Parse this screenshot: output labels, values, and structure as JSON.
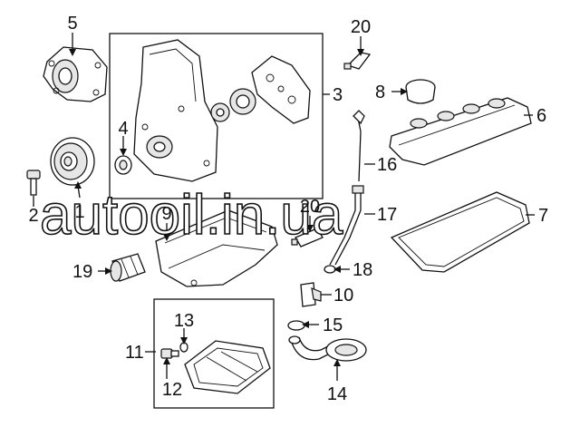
{
  "diagram": {
    "callouts": {
      "c1": "1",
      "c2": "2",
      "c3": "3",
      "c4": "4",
      "c5": "5",
      "c6": "6",
      "c7": "7",
      "c8": "8",
      "c9": "9",
      "c10": "10",
      "c11": "11",
      "c12": "12",
      "c13": "13",
      "c14": "14",
      "c15": "15",
      "c16": "16",
      "c17": "17",
      "c18": "18",
      "c19": "19",
      "c20a": "20",
      "c20b": "20"
    },
    "watermark": "autooil.in.ua"
  },
  "colors": {
    "ink": "#111111",
    "background": "#ffffff",
    "part_shade": "#e6e6e6"
  }
}
